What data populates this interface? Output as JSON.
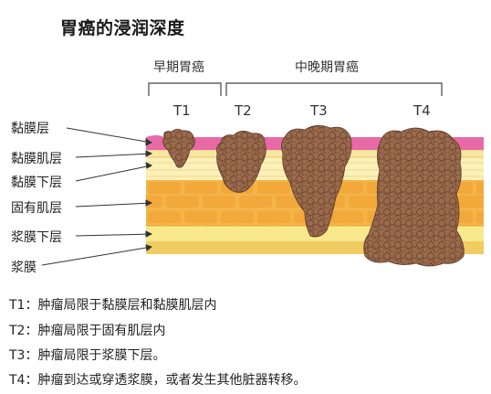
{
  "title": "胃癌的浸润深度",
  "stages": {
    "early": "早期胃癌",
    "mid_late": "中晚期胃癌"
  },
  "t_labels": [
    "T1",
    "T2",
    "T3",
    "T4"
  ],
  "layers": [
    {
      "label": "黏膜层",
      "color": "#e76aa6"
    },
    {
      "label": "黏膜肌层",
      "color": "#f6e7a2"
    },
    {
      "label": "黏膜下层",
      "color": "#fbf1b9"
    },
    {
      "label": "固有肌层",
      "color": "#f4b44a"
    },
    {
      "label": "浆膜下层",
      "color": "#f8e98c"
    },
    {
      "label": "浆膜",
      "color": "#f1cc62"
    }
  ],
  "tumor_color": "#9a6a4c",
  "legend": [
    "T1：肿瘤局限于黏膜层和黏膜肌层内",
    "T2：肿瘤局限于固有肌层内",
    "T3：肿瘤局限于浆膜下层。",
    "T4：肿瘤到达或穿透浆膜，或者发生其他脏器转移。"
  ]
}
